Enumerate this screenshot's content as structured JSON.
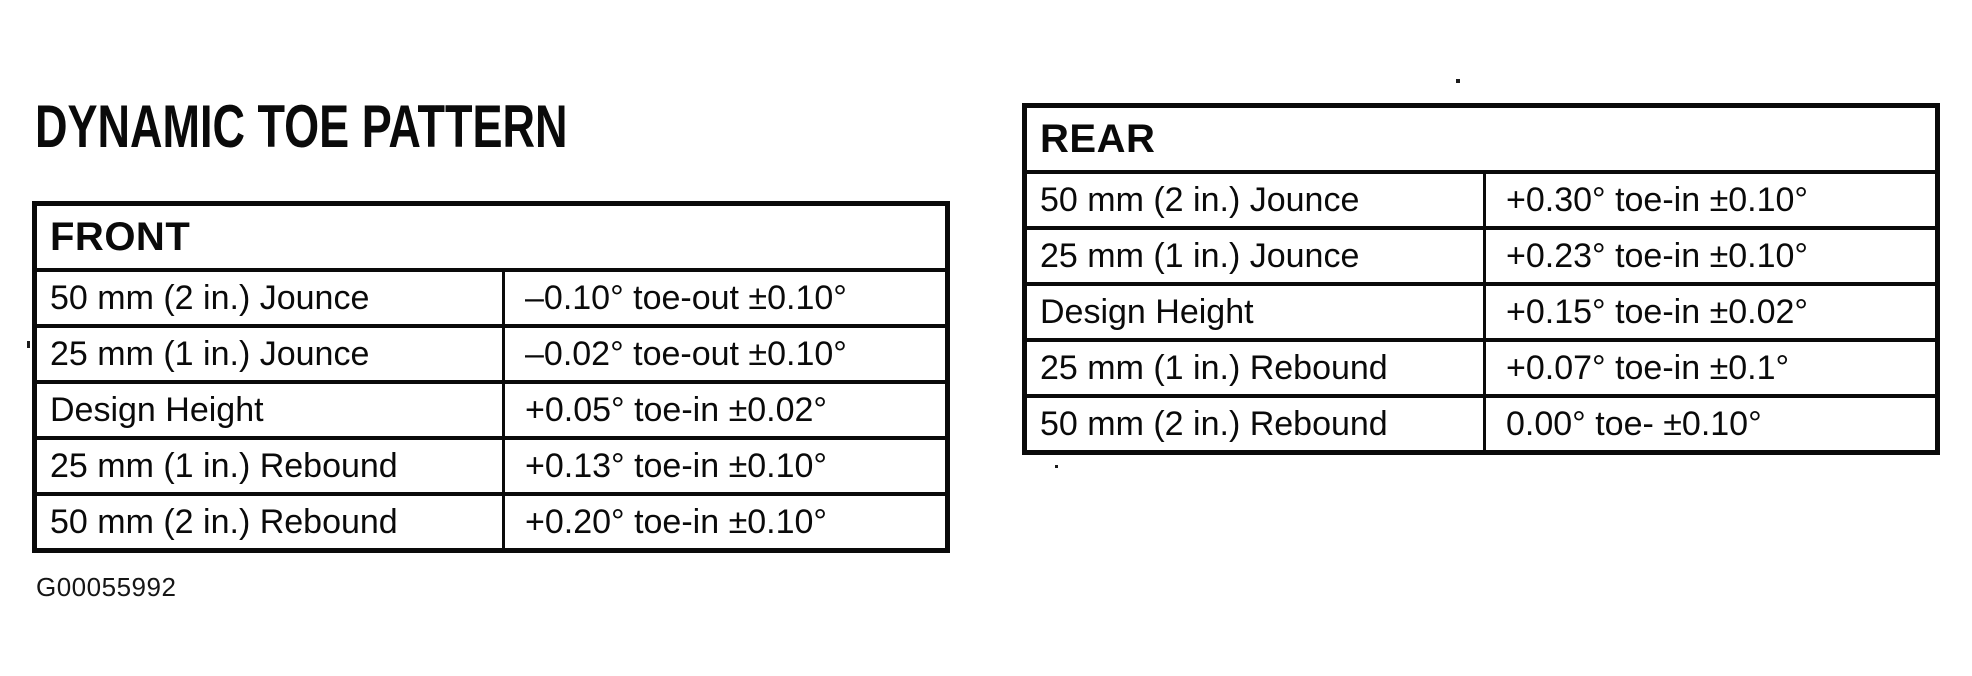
{
  "page": {
    "title": "DYNAMIC TOE PATTERN",
    "figure_id": "G00055992"
  },
  "colors": {
    "ink": "#0a0a0a",
    "paper": "#ffffff"
  },
  "front_table": {
    "header": "FRONT",
    "rows": [
      {
        "label": "50 mm (2 in.) Jounce",
        "value": "–0.10° toe-out ±0.10°"
      },
      {
        "label": "25 mm (1 in.) Jounce",
        "value": "–0.02° toe-out ±0.10°"
      },
      {
        "label": "Design Height",
        "value": "+0.05° toe-in ±0.02°"
      },
      {
        "label": "25 mm (1 in.) Rebound",
        "value": "+0.13° toe-in ±0.10°"
      },
      {
        "label": "50 mm (2 in.) Rebound",
        "value": "+0.20° toe-in ±0.10°"
      }
    ]
  },
  "rear_table": {
    "header": "REAR",
    "rows": [
      {
        "label": "50 mm (2 in.) Jounce",
        "value": "+0.30° toe-in ±0.10°"
      },
      {
        "label": "25 mm (1 in.) Jounce",
        "value": "+0.23° toe-in ±0.10°"
      },
      {
        "label": "Design Height",
        "value": "+0.15° toe-in ±0.02°"
      },
      {
        "label": "25 mm (1 in.) Rebound",
        "value": "+0.07° toe-in ±0.1°"
      },
      {
        "label": "50 mm (2 in.) Rebound",
        "value": "0.00° toe- ±0.10°"
      }
    ]
  }
}
